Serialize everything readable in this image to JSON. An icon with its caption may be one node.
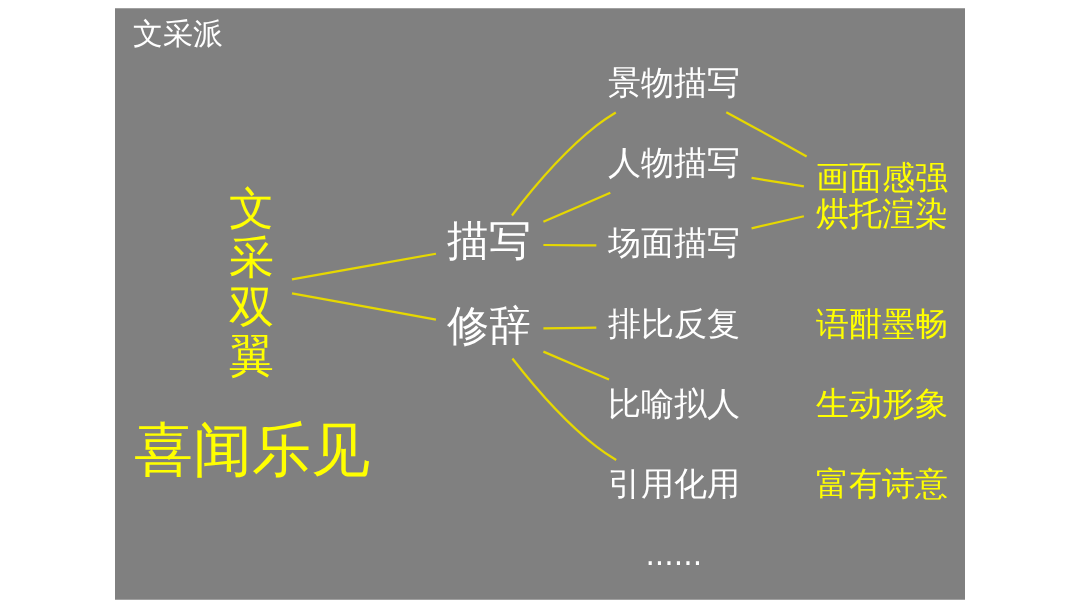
{
  "diagram": {
    "title": "文采派",
    "nodes": [
      {
        "text": [
          "文采双翼"
        ]
      },
      {
        "text": [
          "描写"
        ]
      },
      {
        "text": [
          "修辞"
        ]
      },
      {
        "text": [
          "景物描写"
        ]
      },
      {
        "text": [
          "人物描写"
        ]
      },
      {
        "text": [
          "场面描写"
        ]
      },
      {
        "text": [
          "画面感强烘托渲染"
        ]
      },
      {
        "text": [
          "排比反复"
        ]
      },
      {
        "text": [
          "比喻拟人"
        ]
      },
      {
        "text": [
          "引用化用"
        ]
      }
    ],
    "edges": [
      {
        "from": 0,
        "to": 1,
        "arrow": "none"
      },
      {
        "from": 0,
        "to": 2,
        "arrow": "none"
      },
      {
        "from": 1,
        "to": 3,
        "arrow": "none"
      },
      {
        "from": 1,
        "to": 4,
        "arrow": "none"
      },
      {
        "from": 1,
        "to": 5,
        "arrow": "none"
      },
      {
        "from": 3,
        "to": 6,
        "arrow": "none"
      },
      {
        "from": 4,
        "to": 6,
        "arrow": "none"
      },
      {
        "from": 5,
        "to": 6,
        "arrow": "none"
      },
      {
        "from": 2,
        "to": 7,
        "arrow": "none"
      },
      {
        "from": 2,
        "to": 8,
        "arrow": "none"
      },
      {
        "from": 2,
        "to": 9,
        "arrow": "none"
      }
    ],
    "labels": [
      "语酣墨畅",
      "生动形象",
      "富有诗意",
      "······",
      "喜闻乐见"
    ]
  }
}
